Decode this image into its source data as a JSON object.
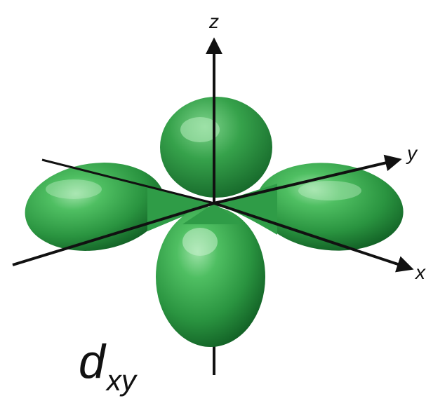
{
  "diagram": {
    "axes": {
      "z_label": "z",
      "y_label": "y",
      "x_label": "x"
    },
    "orbital": {
      "main": "d",
      "subscript": "xy"
    },
    "colors": {
      "lobe": "#2f9c47",
      "lobe_dark": "#0f5a22",
      "lobe_light": "#7fd48c",
      "axis": "#111111"
    }
  }
}
